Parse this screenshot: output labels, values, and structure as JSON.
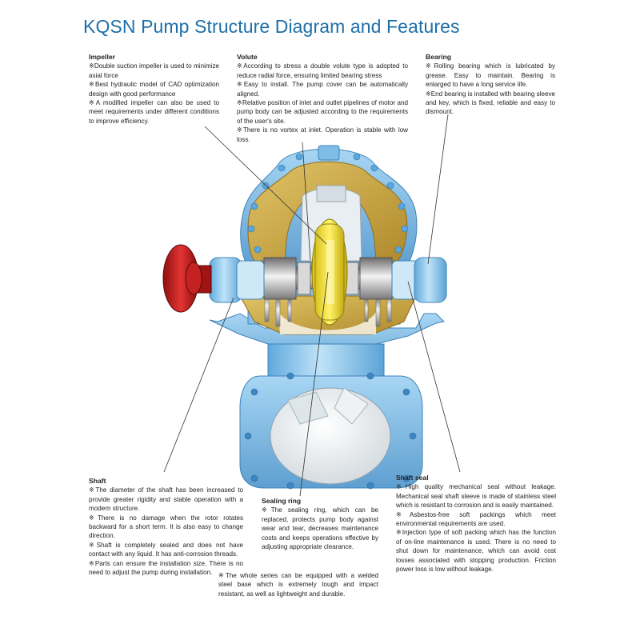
{
  "title": "KQSN Pump Structure Diagram and Features",
  "colors": {
    "title": "#1d6fa8",
    "body_blue": "#8cc6ec",
    "casing_yellow": "#c9a94a",
    "impeller_yellow": "#f2e23a",
    "handwheel_red": "#c01c1c"
  },
  "sections": {
    "impeller": {
      "heading": "Impeller",
      "lines": [
        "※Double suction impeller is used to minimize axial force",
        "※Best hydraulic model of CAD optimization design with good performance",
        "※A modified impeller can also be used to meet requirements under different conditions to improve efficiency."
      ]
    },
    "volute": {
      "heading": "Volute",
      "lines": [
        "※According to stress a double volute type is adopted to reduce radial force, ensuring limited bearing stress",
        "※Easy to install. The pump cover can be automatically aligned.",
        "※Relative position of inlet and outlet pipelines of motor and pump body can be adjusted according to the requirements of the user's site.",
        "※There is no vortex at inlet. Operation is stable with low loss."
      ]
    },
    "bearing": {
      "heading": "Bearing",
      "lines": [
        "※Rolling bearing which is lubricated by grease. Easy to maintain. Bearing is enlarged to have a long service life.",
        "※End bearing is installed with bearing sleeve and key, which is fixed, reliable and easy to dismount."
      ]
    },
    "shaft": {
      "heading": "Shaft",
      "lines": [
        "※The diameter of the shaft has been increased to provide greater rigidity and stable operation with a modern structure.",
        "※There is no damage when the rotor rotates backward for a short term. It is also easy to change direction.",
        "※Shaft is completely sealed and does not have contact with any liquid. It has anti-corrosion threads.",
        "※Parts can ensure the installation size. There is no need to adjust the pump during installation."
      ]
    },
    "sealing_ring": {
      "heading": "Sealing ring",
      "lines": [
        "※The sealing ring, which can be replaced, protects pump body against wear and tear, decreases maintenance costs and keeps operations effective by adjusting appropriate clearance."
      ]
    },
    "shaft_seal": {
      "heading": "Shaft seal",
      "lines": [
        "※High quality mechanical seal without leakage. Mechanical seal shaft sleeve is made of stainless steel which is resistant to corrosion and is easily maintained.",
        "※Asbestos-free soft packings which meet environmental requirements are used.",
        "※Injection type of soft packing which has the function of on-line maintenance is used. There is no need to shut down for maintenance, which can avoid cost losses associated with stopping production. Friction power loss is low without leakage."
      ]
    }
  },
  "footer_note": "※The whole series can be equipped with a welded steel base which is extremely tough and impact resistant, as well as lightweight and durable."
}
